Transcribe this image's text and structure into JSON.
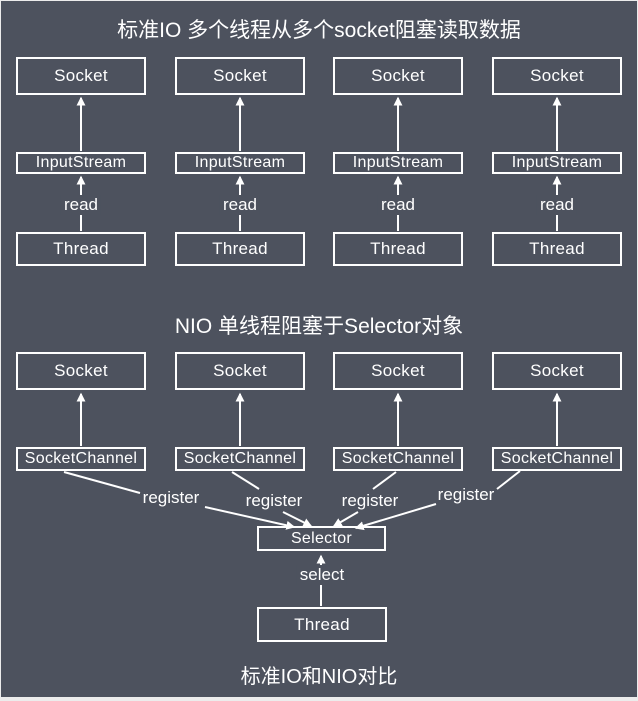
{
  "colors": {
    "background": "#4d525e",
    "box_border": "#ffffff",
    "text": "#ffffff",
    "frame": "#ececec"
  },
  "standard_io": {
    "title": "标准IO 多个线程从多个socket阻塞读取数据",
    "columns": [
      {
        "socket": "Socket",
        "stream": "InputStream",
        "read_label": "read",
        "thread": "Thread"
      },
      {
        "socket": "Socket",
        "stream": "InputStream",
        "read_label": "read",
        "thread": "Thread"
      },
      {
        "socket": "Socket",
        "stream": "InputStream",
        "read_label": "read",
        "thread": "Thread"
      },
      {
        "socket": "Socket",
        "stream": "InputStream",
        "read_label": "read",
        "thread": "Thread"
      }
    ]
  },
  "nio": {
    "title": "NIO 单线程阻塞于Selector对象",
    "columns": [
      {
        "socket": "Socket",
        "channel": "SocketChannel",
        "register_label": "register"
      },
      {
        "socket": "Socket",
        "channel": "SocketChannel",
        "register_label": "register"
      },
      {
        "socket": "Socket",
        "channel": "SocketChannel",
        "register_label": "register"
      },
      {
        "socket": "Socket",
        "channel": "SocketChannel",
        "register_label": "register"
      }
    ],
    "selector": "Selector",
    "select_label": "select",
    "thread": "Thread"
  },
  "caption": "标准IO和NIO对比"
}
